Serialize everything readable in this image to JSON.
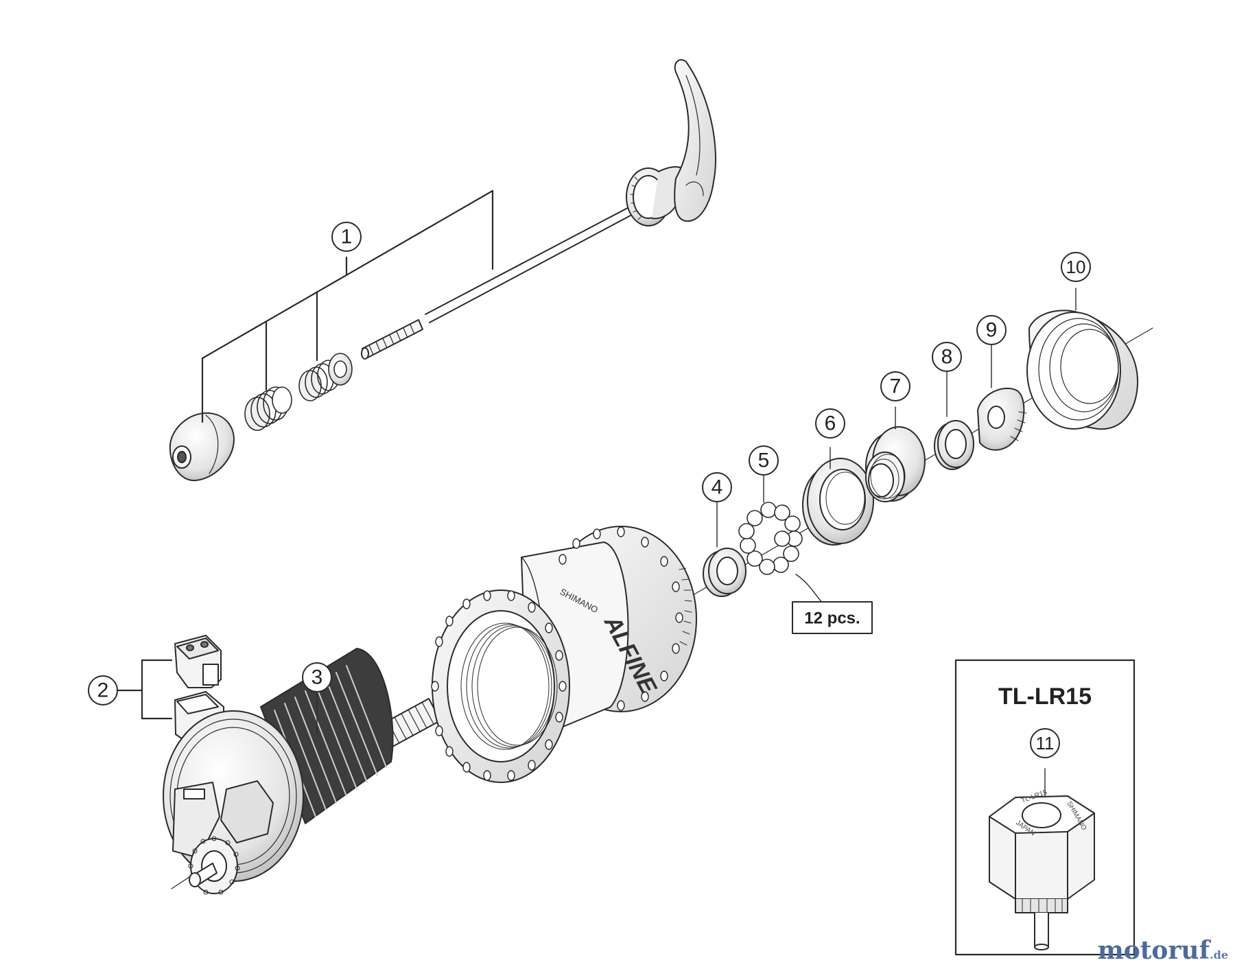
{
  "callouts": [
    {
      "id": "1",
      "label": "1"
    },
    {
      "id": "2",
      "label": "2"
    },
    {
      "id": "3",
      "label": "3"
    },
    {
      "id": "4",
      "label": "4"
    },
    {
      "id": "5",
      "label": "5"
    },
    {
      "id": "6",
      "label": "6"
    },
    {
      "id": "7",
      "label": "7"
    },
    {
      "id": "8",
      "label": "8"
    },
    {
      "id": "9",
      "label": "9"
    },
    {
      "id": "10",
      "label": "10"
    },
    {
      "id": "11",
      "label": "11"
    }
  ],
  "balls_note": "12 pcs.",
  "tool_box_title": "TL-LR15",
  "hub_brand": "SHIMANO",
  "hub_model": "ALFINE",
  "tool_engraving": {
    "model": "TL-LR15",
    "brand": "SHIMANO",
    "origin": "JAPAN"
  },
  "watermark": {
    "main": "motoruf",
    "tld": ".de"
  },
  "colors": {
    "line": "#2a2a2a",
    "fill_light": "#f2f2f2",
    "fill_mid": "#d9d9d9",
    "fill_dark": "#555555"
  }
}
